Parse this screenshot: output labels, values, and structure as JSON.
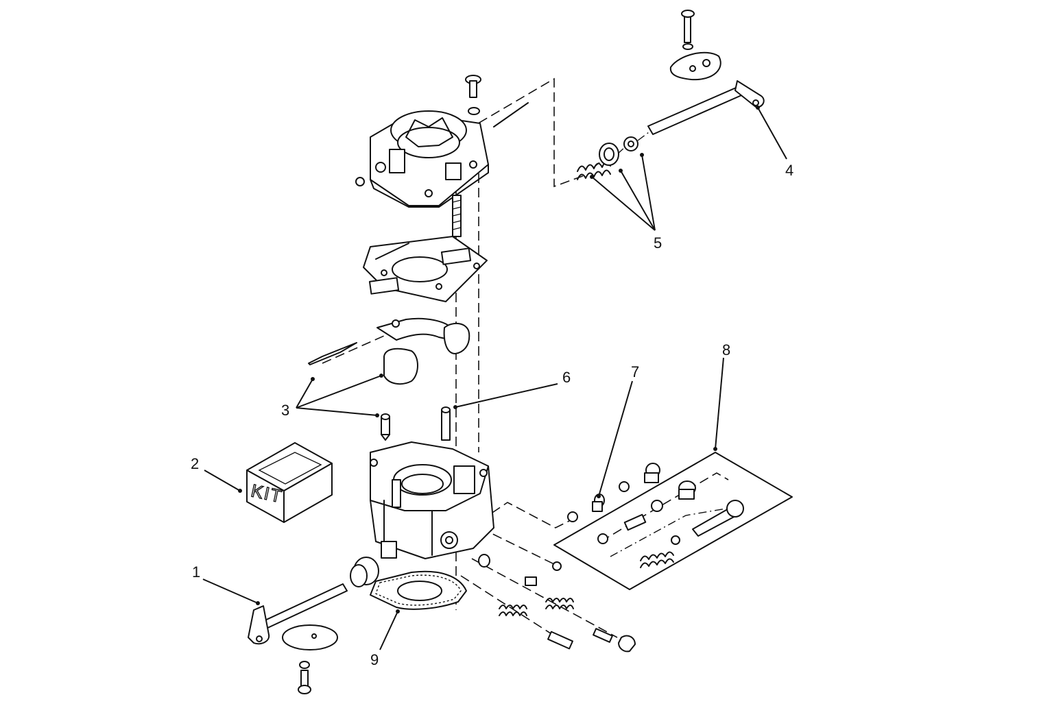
{
  "callouts": {
    "c1": "1",
    "c2": "2",
    "c3": "3",
    "c4": "4",
    "c5": "5",
    "c6": "6",
    "c7": "7",
    "c8": "8",
    "c9": "9"
  },
  "kit_label": "KIT"
}
